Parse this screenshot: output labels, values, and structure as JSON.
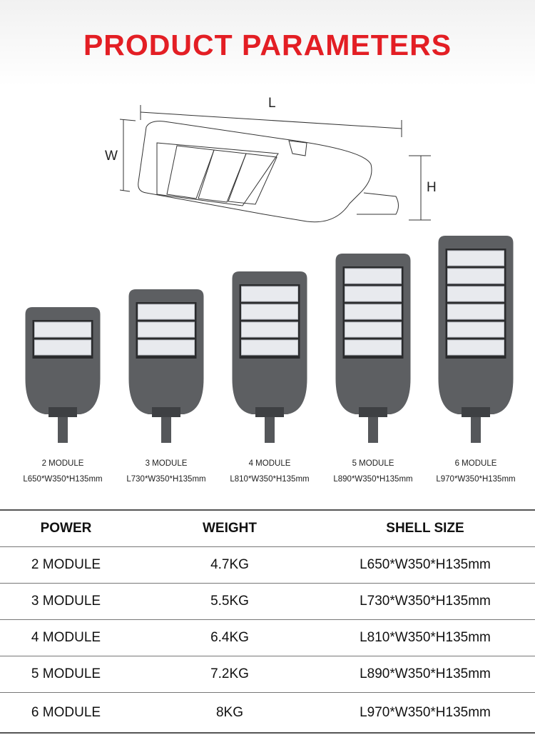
{
  "title": "PRODUCT PARAMETERS",
  "diagram": {
    "l_label": "L",
    "w_label": "W",
    "h_label": "H"
  },
  "models": [
    {
      "name": "2 MODULE",
      "size": "L650*W350*H135mm",
      "modules": 2
    },
    {
      "name": "3 MODULE",
      "size": "L730*W350*H135mm",
      "modules": 3
    },
    {
      "name": "4 MODULE",
      "size": "L810*W350*H135mm",
      "modules": 4
    },
    {
      "name": "5 MODULE",
      "size": "L890*W350*H135mm",
      "modules": 5
    },
    {
      "name": "6 MODULE",
      "size": "L970*W350*H135mm",
      "modules": 6
    }
  ],
  "table": {
    "headers": [
      "POWER",
      "WEIGHT",
      "SHELL SIZE"
    ],
    "rows": [
      [
        "2 MODULE",
        "4.7KG",
        "L650*W350*H135mm"
      ],
      [
        "3 MODULE",
        "5.5KG",
        "L730*W350*H135mm"
      ],
      [
        "4 MODULE",
        "6.4KG",
        "L810*W350*H135mm"
      ],
      [
        "5 MODULE",
        "7.2KG",
        "L890*W350*H135mm"
      ],
      [
        "6 MODULE",
        "8KG",
        "L970*W350*H135mm"
      ]
    ]
  },
  "colors": {
    "title": "#e31e24",
    "housing": "#5d5f62"
  }
}
